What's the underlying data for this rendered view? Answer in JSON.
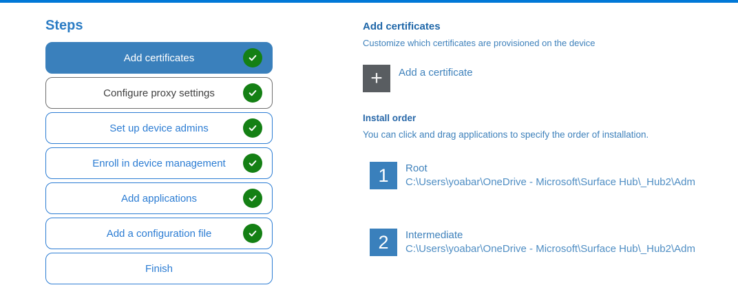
{
  "top_bar": {
    "color": "#0078d7"
  },
  "steps_panel": {
    "title": "Steps",
    "steps": [
      {
        "label": "Add certificates",
        "state": "selected",
        "completed": true
      },
      {
        "label": "Configure proxy settings",
        "state": "gray",
        "completed": true
      },
      {
        "label": "Set up device admins",
        "state": "normal",
        "completed": true
      },
      {
        "label": "Enroll in device management",
        "state": "normal",
        "completed": true
      },
      {
        "label": "Add applications",
        "state": "normal",
        "completed": true
      },
      {
        "label": "Add a configuration file",
        "state": "normal",
        "completed": true
      },
      {
        "label": "Finish",
        "state": "normal",
        "completed": false
      }
    ]
  },
  "content": {
    "section_title": "Add certificates",
    "section_subtitle": "Customize which certificates are provisioned on the device",
    "add_certificate": {
      "icon": "+",
      "label": "Add a certificate"
    },
    "install_order": {
      "title": "Install order",
      "subtitle": "You can click and drag applications to specify the order of installation.",
      "items": [
        {
          "number": "1",
          "name": "Root",
          "path": "C:\\Users\\yoabar\\OneDrive - Microsoft\\Surface Hub\\_Hub2\\Adm"
        },
        {
          "number": "2",
          "name": "Intermediate",
          "path": "C:\\Users\\yoabar\\OneDrive - Microsoft\\Surface Hub\\_Hub2\\Adm"
        }
      ]
    }
  },
  "colors": {
    "accent_blue": "#0078d7",
    "selected_step_blue": "#3a80bc",
    "step_border_blue": "#2b7cd3",
    "completed_green": "#148014",
    "plus_button_gray": "#595d61"
  }
}
